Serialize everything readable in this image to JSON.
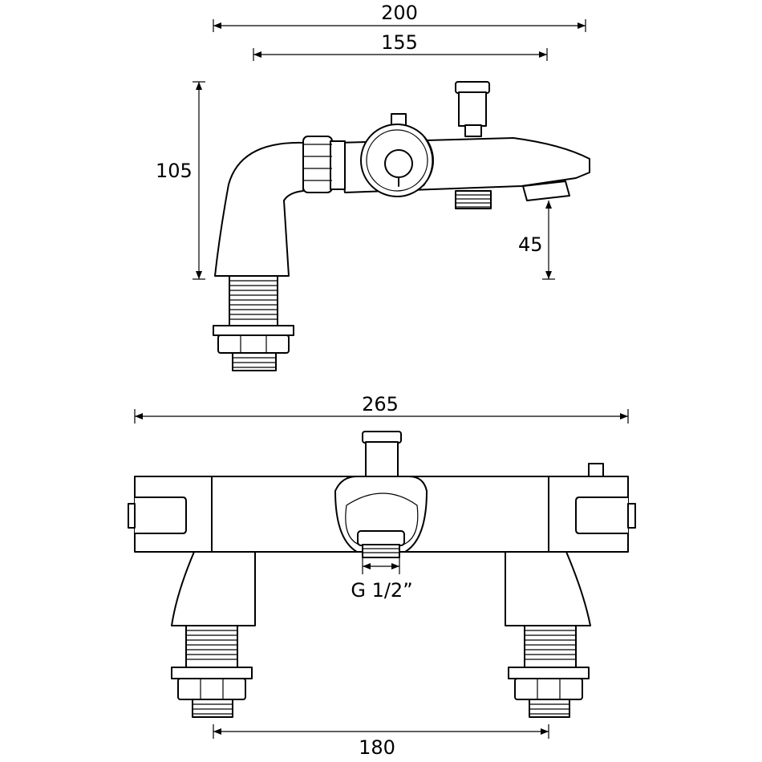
{
  "dimensions": {
    "overall_length_side": "200",
    "spout_reach": "155",
    "overall_height": "105",
    "spout_height": "45",
    "overall_length_front": "265",
    "outlet_thread": "G 1/2”",
    "tap_centres": "180"
  },
  "colors": {
    "line": "#000000",
    "background": "#ffffff"
  }
}
